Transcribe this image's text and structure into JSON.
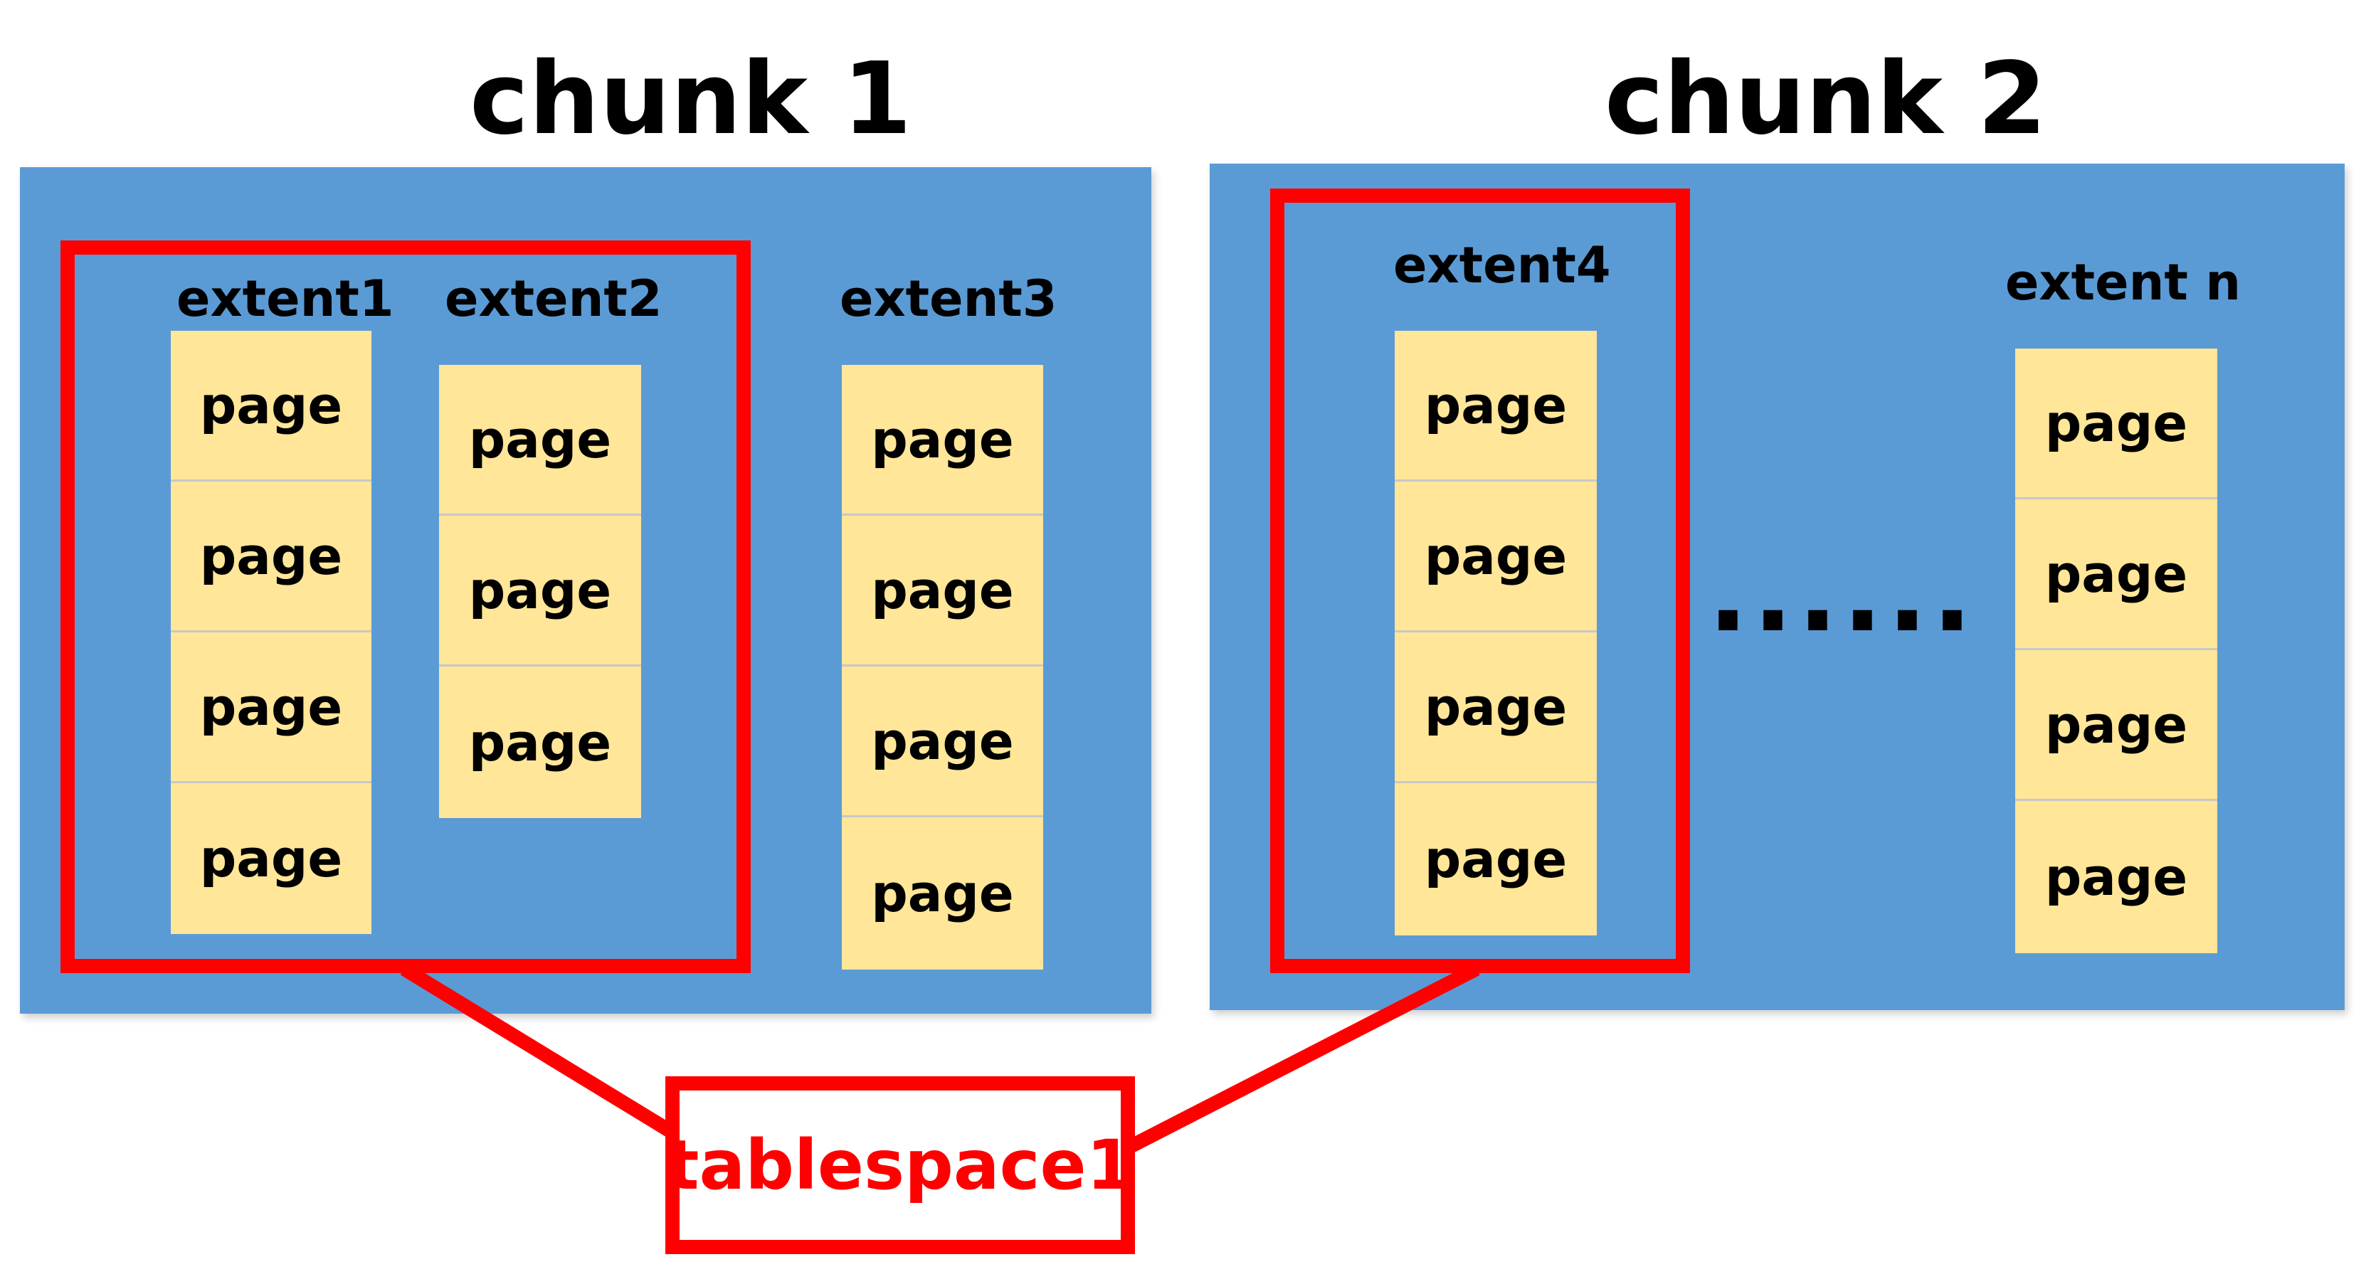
{
  "chunks": [
    {
      "title": "chunk 1",
      "extents": [
        {
          "label": "extent1",
          "pages": [
            "page",
            "page",
            "page",
            "page"
          ]
        },
        {
          "label": "extent2",
          "pages": [
            "page",
            "page",
            "page"
          ]
        },
        {
          "label": "extent3",
          "pages": [
            "page",
            "page",
            "page",
            "page"
          ]
        }
      ]
    },
    {
      "title": "chunk 2",
      "extents": [
        {
          "label": "extent4",
          "pages": [
            "page",
            "page",
            "page",
            "page"
          ]
        },
        {
          "label": "extent n",
          "pages": [
            "page",
            "page",
            "page",
            "page"
          ]
        }
      ],
      "ellipsis": "......"
    }
  ],
  "tablespace": {
    "label": "tablespace1"
  },
  "colors": {
    "chunk_fill": "#5b9bd5",
    "page_fill": "#ffe699",
    "highlight": "#ff0000"
  }
}
